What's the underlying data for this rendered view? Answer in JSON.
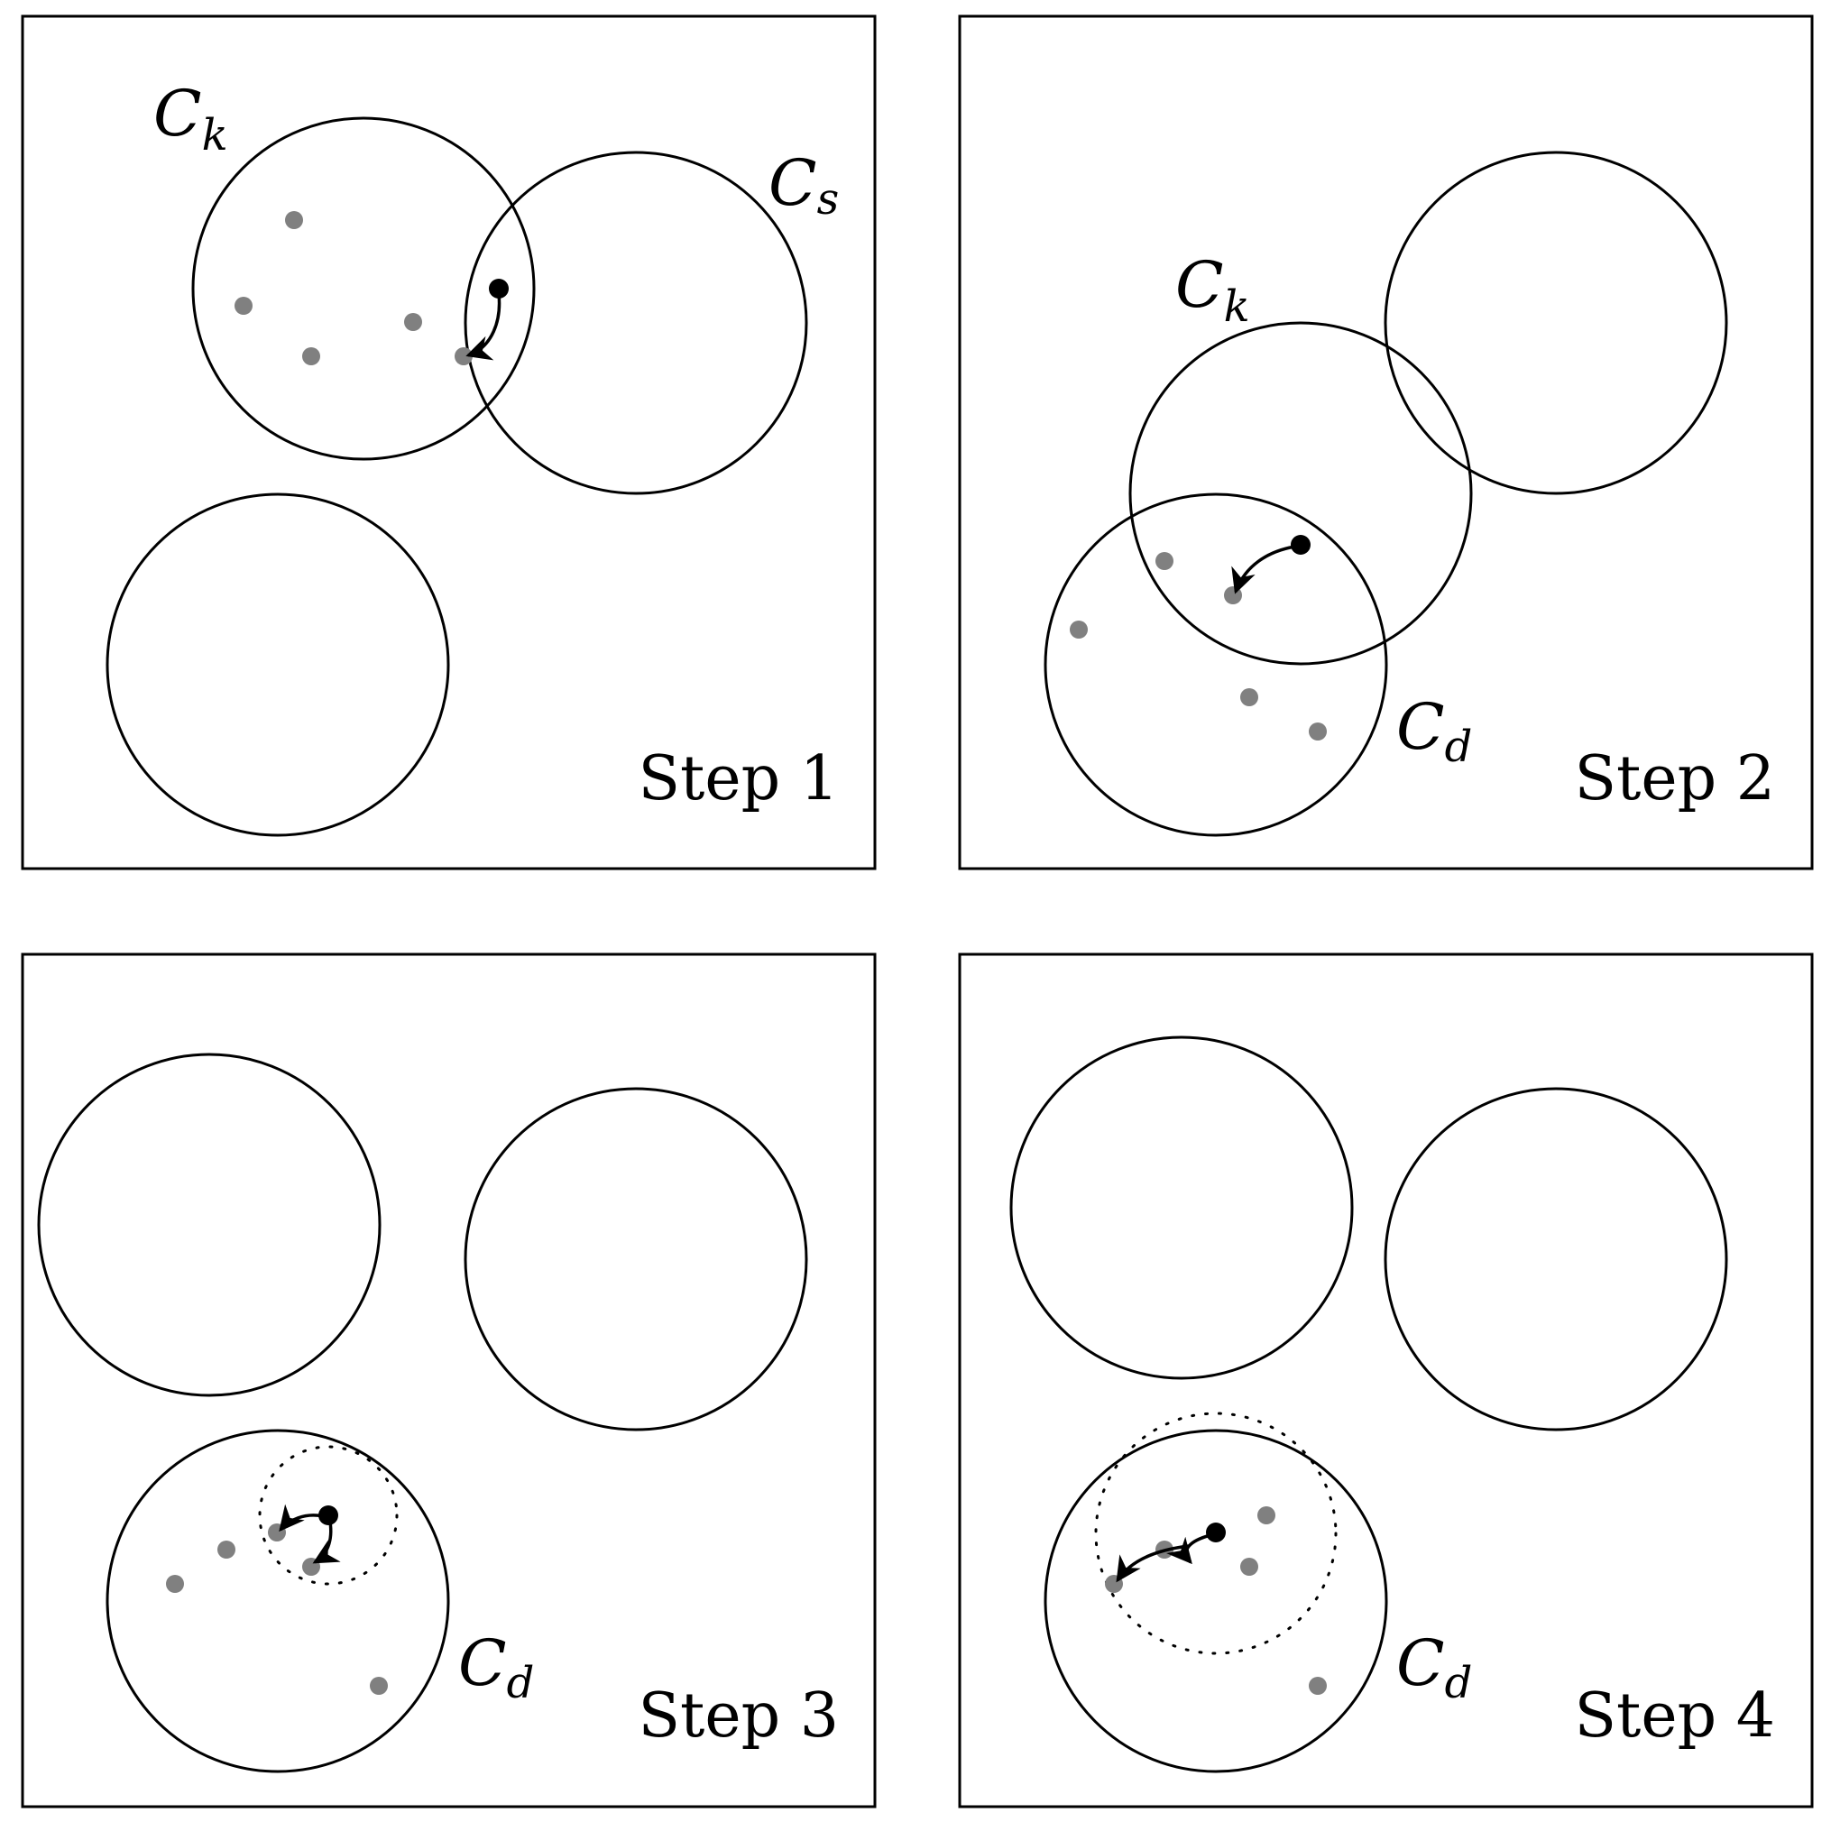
{
  "panels": [
    {
      "step_label": "Step 1",
      "labels": [
        {
          "main": "C",
          "sub": "k"
        },
        {
          "main": "C",
          "sub": "s"
        }
      ]
    },
    {
      "step_label": "Step 2",
      "labels": [
        {
          "main": "C",
          "sub": "k"
        },
        {
          "main": "C",
          "sub": "d"
        }
      ]
    },
    {
      "step_label": "Step 3",
      "labels": [
        {
          "main": "C",
          "sub": "d"
        }
      ]
    },
    {
      "step_label": "Step 4",
      "labels": [
        {
          "main": "C",
          "sub": "d"
        }
      ]
    }
  ],
  "colors": {
    "stroke": "#000000",
    "sample_point": "#808080",
    "center_point": "#000000"
  }
}
